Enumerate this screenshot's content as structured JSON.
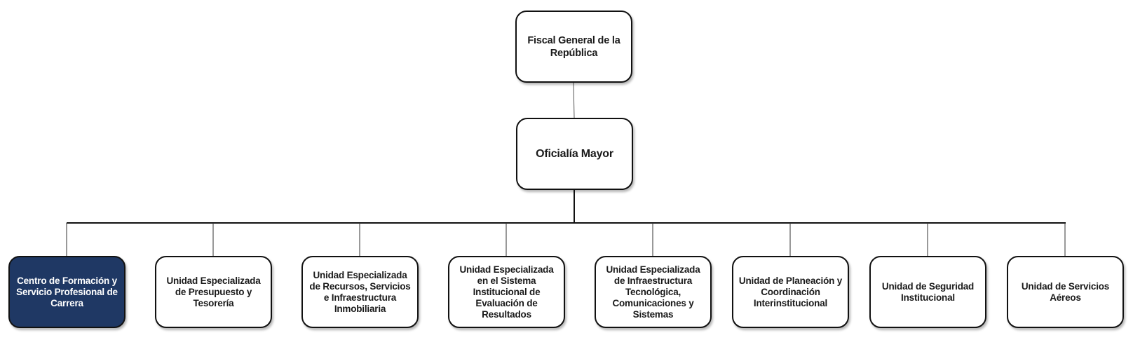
{
  "chart": {
    "root": "Fiscal General de la República",
    "level2": "Oficialía Mayor",
    "units": [
      "Centro de Formación y Servicio Profesional de Carrera",
      "Unidad Especializada de Presupuesto y Tesorería",
      "Unidad Especializada de Recursos, Servicios e Infraestructura Inmobiliaria",
      "Unidad Especializada en el Sistema Institucional de Evaluación de Resultados",
      "Unidad Especializada de Infraestructura Tecnológica, Comunicaciones y Sistemas",
      "Unidad de Planeación y Coordinación Interinstitucional",
      "Unidad de Seguridad Institucional",
      "Unidad de Servicios Aéreos"
    ]
  },
  "colors": {
    "highlight": "#1f3864",
    "border": "#111111",
    "connector": "#333333"
  }
}
